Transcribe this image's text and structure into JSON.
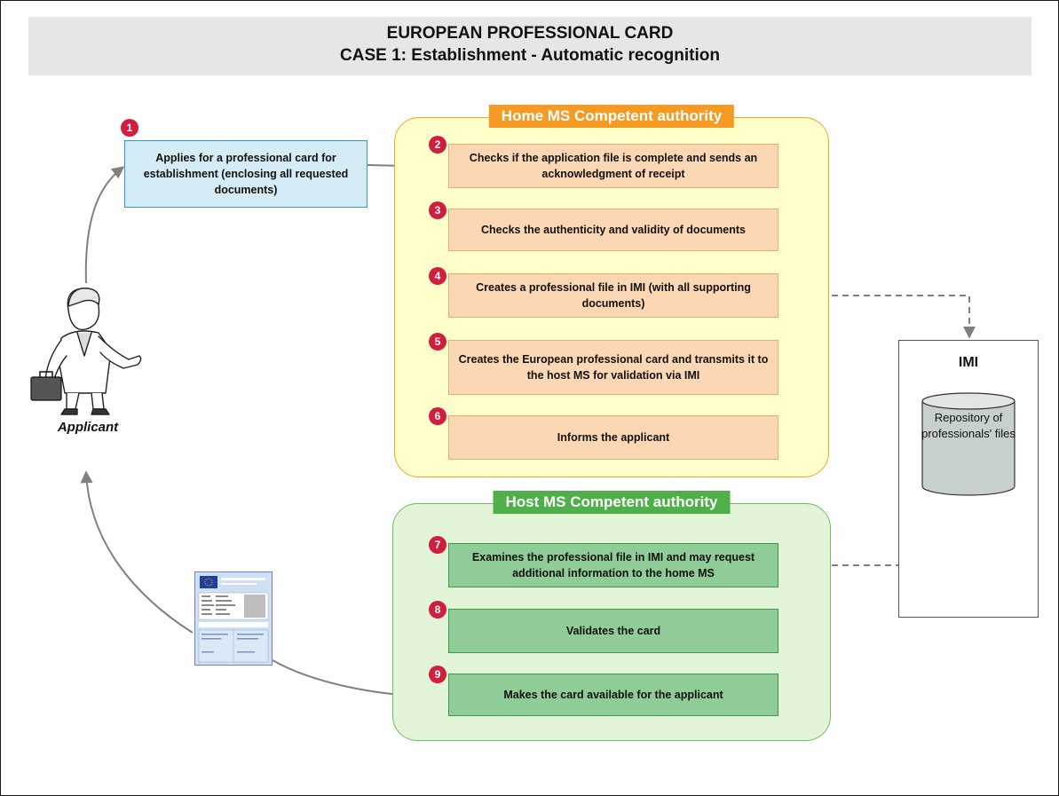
{
  "title": {
    "line1": "EUROPEAN PROFESSIONAL CARD",
    "line2": "CASE 1: Establishment - Automatic recognition"
  },
  "applicant": {
    "step": "1",
    "text": "Applies for a professional card for establishment (enclosing all requested documents)",
    "caption": "Applicant"
  },
  "home_authority": {
    "title": "Home MS Competent authority",
    "steps": [
      {
        "number": "2",
        "text": "Checks if the application file is complete and sends an acknowledgment of receipt"
      },
      {
        "number": "3",
        "text": "Checks the authenticity and validity of documents"
      },
      {
        "number": "4",
        "text": "Creates a professional file in IMI (with all supporting documents)"
      },
      {
        "number": "5",
        "text": "Creates the European professional card and transmits it to the host MS for validation via IMI"
      },
      {
        "number": "6",
        "text": "Informs the applicant"
      }
    ]
  },
  "host_authority": {
    "title": "Host MS Competent authority",
    "steps": [
      {
        "number": "7",
        "text": "Examines the professional file in IMI and may request additional information to the home MS"
      },
      {
        "number": "8",
        "text": "Validates the card"
      },
      {
        "number": "9",
        "text": "Makes the card available for the applicant"
      }
    ]
  },
  "imi": {
    "title": "IMI",
    "repository": "Repository of professionals' files"
  },
  "colors": {
    "home_fill": "#ffffcc",
    "home_accent": "#f59a23",
    "home_step": "#fcd7b3",
    "host_fill": "#e2f5d9",
    "host_accent": "#4fb04a",
    "host_step": "#8fcc97",
    "applicant_box": "#d5ecf6",
    "badge": "#d21d3d",
    "connector": "#808080"
  }
}
